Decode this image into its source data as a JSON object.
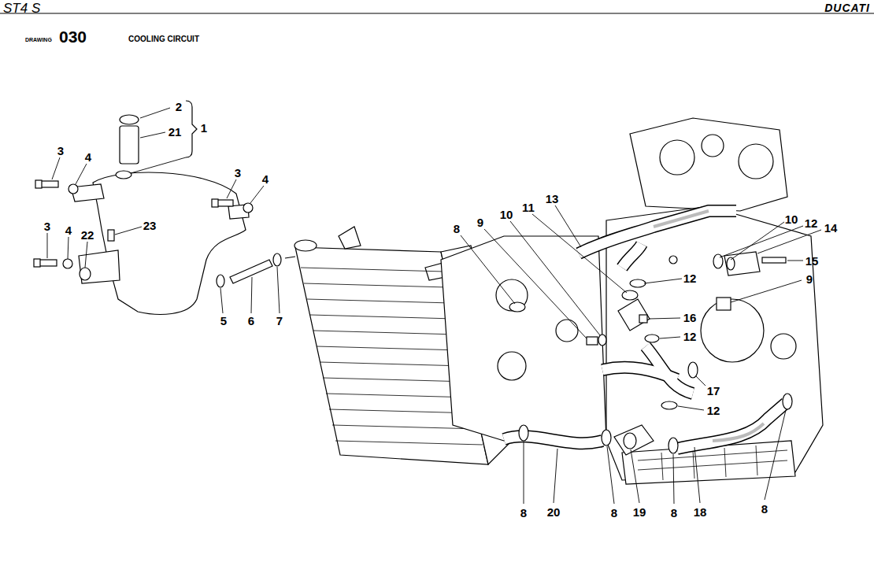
{
  "diagram": {
    "title": "COOLING CIRCUIT",
    "labels": [
      "ST4 S",
      "DUCATI",
      "DRAWING",
      "030",
      "2",
      "21",
      "1",
      "3",
      "4",
      "3",
      "4",
      "3",
      "4",
      "22",
      "23",
      "5",
      "6",
      "7",
      "8",
      "9",
      "10",
      "11",
      "13",
      "10",
      "12",
      "14",
      "15",
      "12",
      "9",
      "16",
      "12",
      "17",
      "12",
      "8",
      "20",
      "8",
      "19",
      "8",
      "18",
      "8"
    ]
  }
}
